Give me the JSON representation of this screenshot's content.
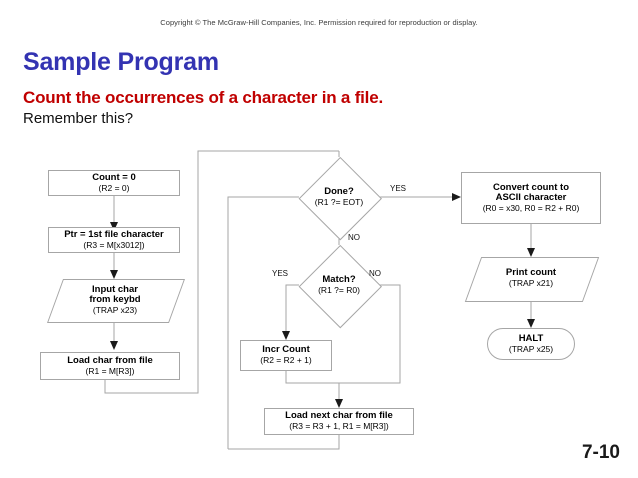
{
  "slide": {
    "copyright": "Copyright © The McGraw-Hill Companies, Inc.  Permission required for reproduction or display.",
    "title": "Sample Program",
    "subtitle": "Count the occurrences of a character in a file.",
    "subtitle2": "Remember this?",
    "page_number": "7-10",
    "colors": {
      "title": "#3333b2",
      "subtitle": "#c00000",
      "body": "#111111",
      "line": "#a6a6a6",
      "arrowhead": "#1a1a1a"
    }
  },
  "flowchart": {
    "nodes": [
      {
        "id": "count-zero",
        "shape": "rect",
        "line1": "Count = 0",
        "line2": "(R2 = 0)"
      },
      {
        "id": "ptr-first-char",
        "shape": "rect",
        "line1": "Ptr = 1st file character",
        "line2": "(R3 = M[x3012])"
      },
      {
        "id": "input-char",
        "shape": "parallelogram",
        "line1": "Input char",
        "line1b": "from keybd",
        "line2": "(TRAP x23)"
      },
      {
        "id": "load-char",
        "shape": "rect",
        "line1": "Load char from file",
        "line2": "(R1 = M[R3])"
      },
      {
        "id": "done",
        "shape": "diamond",
        "line1": "Done?",
        "line2": "(R1 ?= EOT)"
      },
      {
        "id": "match",
        "shape": "diamond",
        "line1": "Match?",
        "line2": "(R1 ?= R0)"
      },
      {
        "id": "incr-count",
        "shape": "rect",
        "line1": "Incr Count",
        "line2": "(R2 = R2 + 1)"
      },
      {
        "id": "load-next-char",
        "shape": "rect",
        "line1": "Load next char from file",
        "line2": "(R3 = R3 + 1, R1 = M[R3])"
      },
      {
        "id": "convert-count",
        "shape": "rect",
        "line1": "Convert count to",
        "line1b": "ASCII character",
        "line2": "(R0 = x30, R0 = R2 + R0)"
      },
      {
        "id": "print-count",
        "shape": "parallelogram",
        "line1": "Print count",
        "line2": "(TRAP x21)"
      },
      {
        "id": "halt",
        "shape": "stadium",
        "line1": "HALT",
        "line2": "(TRAP x25)"
      }
    ],
    "edge_labels": {
      "done_yes": "YES",
      "done_no": "NO",
      "match_yes": "YES",
      "match_no": "NO"
    }
  }
}
